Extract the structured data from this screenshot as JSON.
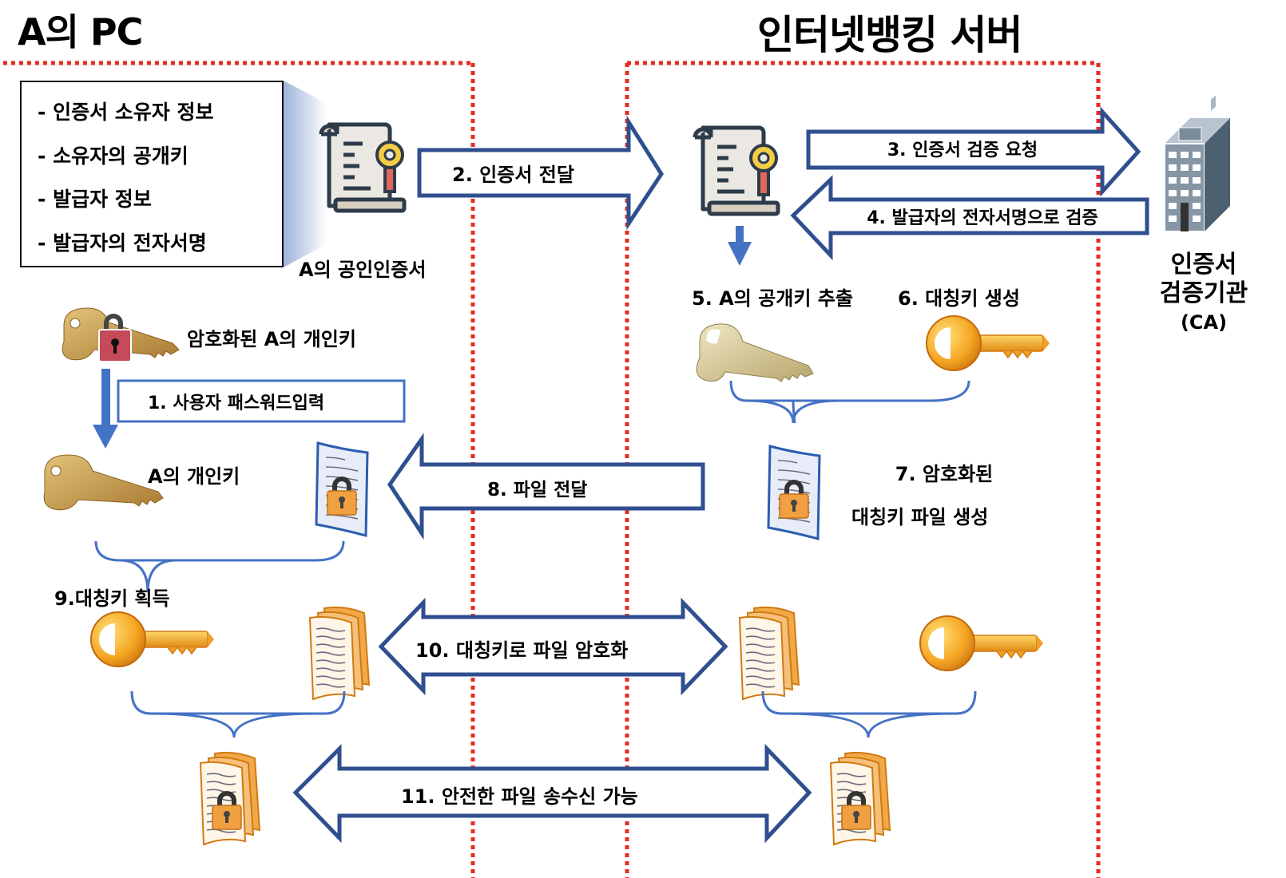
{
  "titles": {
    "client": "A의 PC",
    "server": "인터넷뱅킹 서버"
  },
  "certificate_info": {
    "items": [
      "- 인증서 소유자 정보",
      "- 소유자의 공개키",
      "- 발급자 정보",
      "- 발급자의 전자서명"
    ],
    "caption": "A의 공인인증서"
  },
  "labels": {
    "encrypted_private_key": "암호화된 A의 개인키",
    "private_key": "A의 개인키",
    "public_key_extract": "5. A의 공개키 추출",
    "symmetric_key_gen": "6. 대칭키 생성",
    "encrypted_sym_file_line1": "7. 암호화된",
    "encrypted_sym_file_line2": "대칭키 파일 생성",
    "sym_key_obtain": "9.대칭키 획득",
    "ca_line1": "인증서",
    "ca_line2": "검증기관",
    "ca_line3": "(CA)"
  },
  "steps": {
    "s1": "1. 사용자 패스워드입력",
    "s2": "2. 인증서  전달",
    "s3": "3. 인증서 검증 요청",
    "s4": "4. 발급자의 전자서명으로 검증",
    "s8": "8. 파일 전달",
    "s10": "10. 대칭키로 파일 암호화",
    "s11": "11. 안전한 파일 송수신 가능"
  },
  "icons": {
    "certificate": "certificate-scroll-icon",
    "locked_key": "locked-key-icon",
    "brass_key": "brass-key-icon",
    "gold_key": "gold-key-icon",
    "locked_document": "locked-document-icon",
    "document_stack": "document-stack-icon",
    "locked_document_stack": "locked-document-stack-icon",
    "building": "ca-building-icon"
  },
  "colors": {
    "arrow_outline": "#2f4f8f",
    "bracket": "#4472c4",
    "boundary": "#e52b20",
    "down_arrow": "#4472c4"
  }
}
